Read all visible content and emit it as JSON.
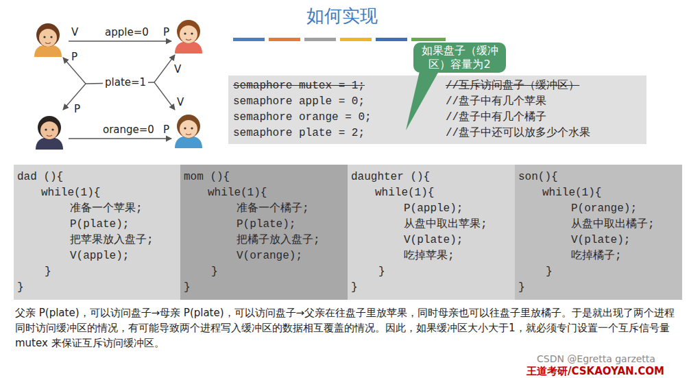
{
  "diagram": {
    "title": "如何实现",
    "caption": "父亲 P(plate)，可以访问盘子→母亲 P(plate)，可以访问盘子→父亲在往盘子里放苹果，同时母亲也可以往盘子里放橘子。于是就出现了两个进程同时访问缓冲区的情况，有可能导致两个进程写入缓冲区的数据相互覆盖的情况。因此，如果缓冲区大小大于1，就必须专门设置一个互斥信号量 mutex 来保证互斥访问缓冲区。",
    "nodes": [
      {
        "text": [
          "如果盘子（缓冲区）容量为2"
        ]
      },
      {
        "text": [
          "semaphore mutex = 1;",
          "//互斥访问盘子（缓冲区）",
          "semaphore apple = 0;",
          "//盘子中有几个苹果",
          "semaphore orange = 0;",
          "//盘子中有几个橘子",
          "semaphore plate = 2;",
          "//盘子中还可以放多少个水果"
        ]
      },
      {
        "text": [
          "dad (){",
          "while(1){",
          "准备一个苹果;",
          "P(plate);",
          "把苹果放入盘子;",
          "V(apple);",
          "}",
          "}"
        ]
      },
      {
        "text": [
          "mom (){",
          "while(1){",
          "准备一个橘子;",
          "P(plate);",
          "把橘子放入盘子;",
          "V(orange);",
          "}",
          "}"
        ]
      },
      {
        "text": [
          "daughter (){",
          "while(1){",
          "P(apple);",
          "从盘中取出苹果;",
          "V(plate);",
          "吃掉苹果;",
          "}",
          "}"
        ]
      },
      {
        "text": [
          "son(){",
          "while(1){",
          "P(orange);",
          "从盘中取出橘子;",
          "V(plate);",
          "吃掉橘子;",
          "}",
          "}"
        ]
      }
    ],
    "labels": [
      "V",
      "apple=0",
      "P",
      "P",
      "plate=1",
      "P",
      "V",
      "V",
      "orange=0",
      "P",
      "CSDN @Egretta garzetta",
      "王道考研/CSKAOYAN.COM"
    ]
  }
}
